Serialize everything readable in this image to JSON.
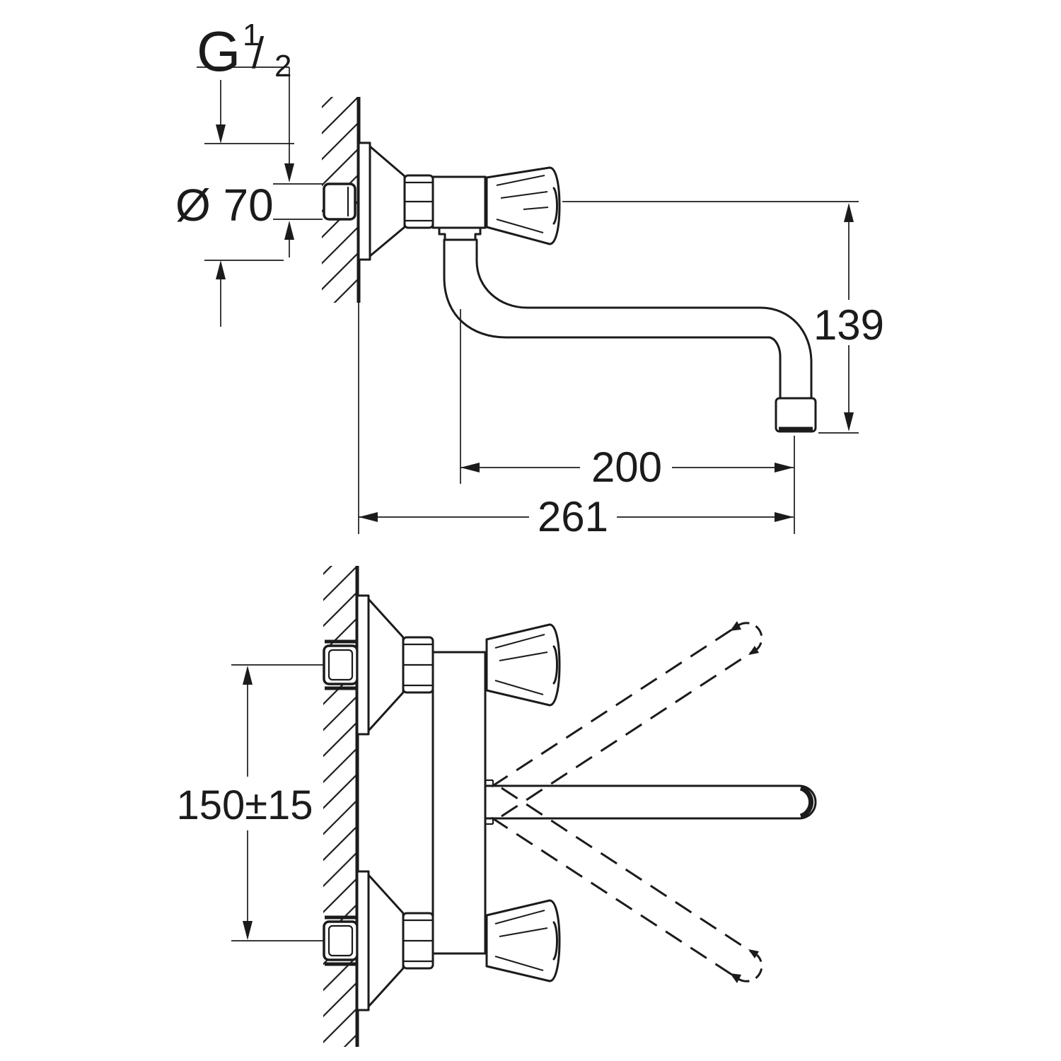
{
  "drawing": {
    "type": "faucet-installation-technical-drawing",
    "background": "#ffffff",
    "line_color": "#1b1b1b",
    "views": {
      "side": {
        "dims": {
          "thread": {
            "g": "G",
            "numerator": "1",
            "slash": "/",
            "denominator": "2"
          },
          "escutcheon_diameter": "Ø 70",
          "outlet_height": "139",
          "spout_reach": "200",
          "total_projection": "261"
        }
      },
      "plan": {
        "dims": {
          "connection_spacing": "150±15"
        }
      }
    }
  }
}
